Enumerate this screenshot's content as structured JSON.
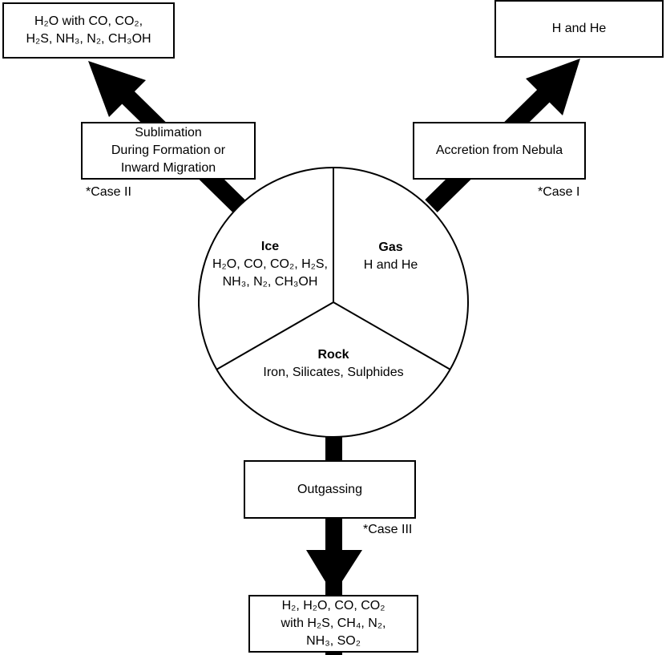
{
  "boxes": {
    "ice_product": {
      "lines": [
        "H₂O with CO, CO₂,",
        "H₂S, NH₃, N₂, CH₃OH"
      ]
    },
    "gas_product": {
      "lines": [
        "H and He"
      ]
    },
    "sublimation": {
      "lines": [
        "Sublimation",
        "During Formation or",
        "Inward Migration"
      ]
    },
    "accretion": {
      "lines": [
        "Accretion from Nebula"
      ]
    },
    "outgassing": {
      "lines": [
        "Outgassing"
      ]
    },
    "outgas_product": {
      "lines": [
        "H₂, H₂O, CO, CO₂",
        "with H₂S, CH₄, N₂,",
        "NH₃, SO₂"
      ]
    }
  },
  "cases": {
    "case_ii": "*Case II",
    "case_i": "*Case I",
    "case_iii": "*Case III"
  },
  "circle": {
    "ice": {
      "title": "Ice",
      "lines": [
        "H₂O, CO, CO₂, H₂S,",
        "NH₃, N₂, CH₃OH"
      ]
    },
    "gas": {
      "title": "Gas",
      "lines": [
        "H and He"
      ]
    },
    "rock": {
      "title": "Rock",
      "lines": [
        "Iron, Silicates, Sulphides"
      ]
    }
  }
}
